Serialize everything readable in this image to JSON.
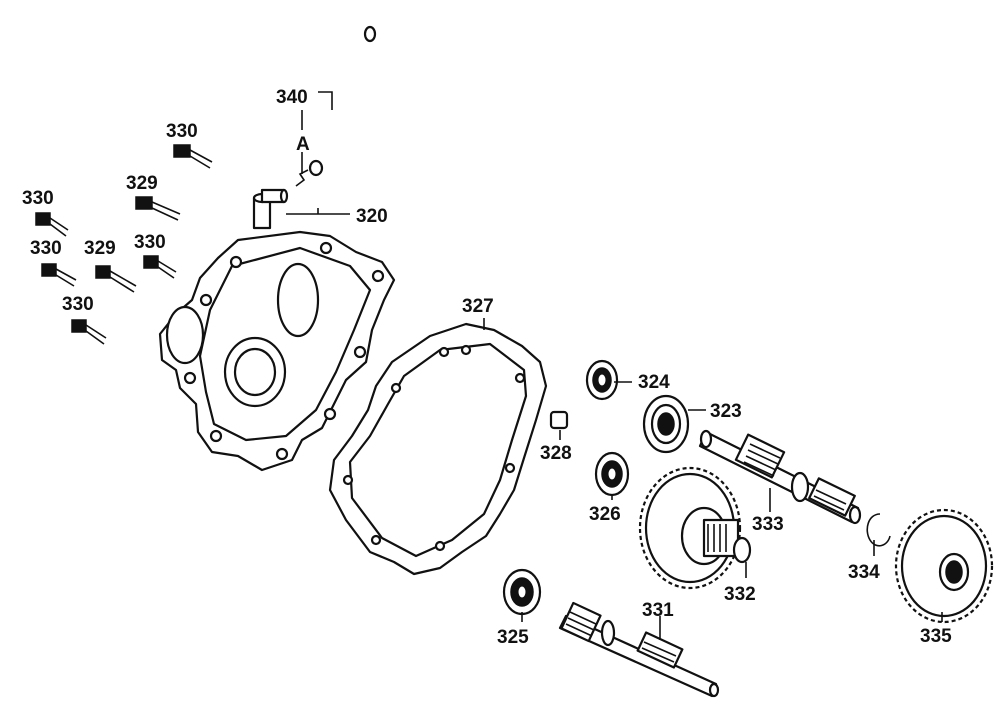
{
  "parts": [
    {
      "key": "p320",
      "number": "320"
    },
    {
      "key": "p323",
      "number": "323"
    },
    {
      "key": "p324",
      "number": "324"
    },
    {
      "key": "p325",
      "number": "325"
    },
    {
      "key": "p326",
      "number": "326"
    },
    {
      "key": "p327",
      "number": "327"
    },
    {
      "key": "p328",
      "number": "328"
    },
    {
      "key": "p329a",
      "number": "329"
    },
    {
      "key": "p329b",
      "number": "329"
    },
    {
      "key": "p330a",
      "number": "330"
    },
    {
      "key": "p330b",
      "number": "330"
    },
    {
      "key": "p330c",
      "number": "330"
    },
    {
      "key": "p330d",
      "number": "330"
    },
    {
      "key": "p330e",
      "number": "330"
    },
    {
      "key": "p331",
      "number": "331"
    },
    {
      "key": "p332",
      "number": "332"
    },
    {
      "key": "p333",
      "number": "333"
    },
    {
      "key": "p334",
      "number": "334"
    },
    {
      "key": "p335",
      "number": "335"
    },
    {
      "key": "p340",
      "number": "340"
    }
  ],
  "reference_marker": "A",
  "colors": {
    "ink": "#111111",
    "background": "#ffffff"
  }
}
